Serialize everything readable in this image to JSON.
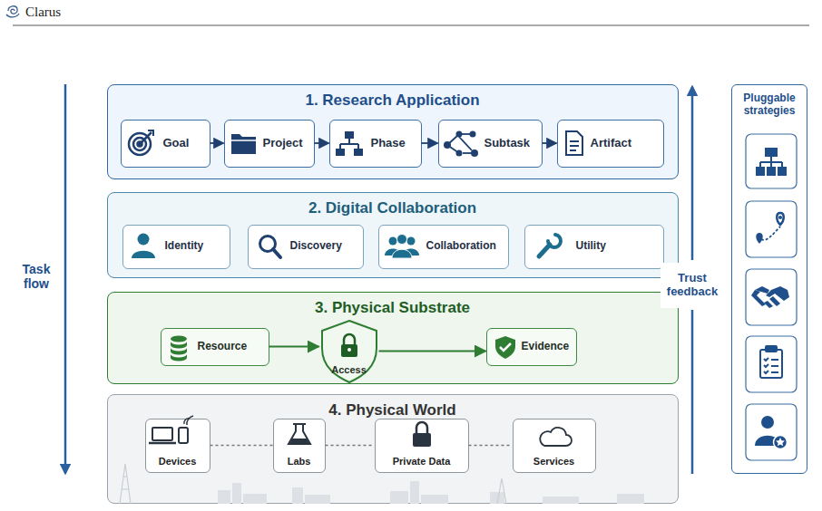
{
  "diagram": {
    "nodes": [
      {
        "text": [
          "1. Research Application"
        ]
      },
      {
        "text": [
          "Goal"
        ],
        "in": 0
      },
      {
        "text": [
          "Project"
        ],
        "in": 0
      },
      {
        "text": [
          "Phase"
        ],
        "in": 0
      },
      {
        "text": [
          "Subtask"
        ],
        "in": 0
      },
      {
        "text": [
          "Artifact"
        ],
        "in": 0
      },
      {
        "text": [
          "2. Digital Collaboration"
        ]
      },
      {
        "text": [
          "Identity"
        ],
        "in": 6
      },
      {
        "text": [
          "Discovery"
        ],
        "in": 6
      },
      {
        "text": [
          "Collaboration"
        ],
        "in": 6
      },
      {
        "text": [
          "Utility"
        ],
        "in": 6
      },
      {
        "text": [
          "3. Physical Substrate"
        ]
      },
      {
        "text": [
          "Resource"
        ],
        "in": 11
      },
      {
        "text": [
          "Access"
        ],
        "in": 11
      },
      {
        "text": [
          "Evidence"
        ],
        "in": 11
      },
      {
        "text": [
          "4. Physical World"
        ]
      },
      {
        "text": [
          "Devices"
        ],
        "in": 15
      },
      {
        "text": [
          "Labs"
        ],
        "in": 15
      },
      {
        "text": [
          "Private Data"
        ],
        "in": 15
      },
      {
        "text": [
          "Services"
        ],
        "in": 15
      },
      {
        "text": [
          "Pluggable strategies"
        ]
      }
    ],
    "edges": [
      {
        "from": 1,
        "to": 2,
        "arrow": "to"
      },
      {
        "from": 2,
        "to": 3,
        "arrow": "to"
      },
      {
        "from": 3,
        "to": 4,
        "arrow": "to"
      },
      {
        "from": 4,
        "to": 5,
        "arrow": "to"
      },
      {
        "from": 12,
        "to": 13,
        "arrow": "to"
      },
      {
        "from": 13,
        "to": 14,
        "arrow": "to"
      },
      {
        "from": 16,
        "to": 17,
        "arrow": "none"
      },
      {
        "from": 17,
        "to": 18,
        "arrow": "none"
      },
      {
        "from": 18,
        "to": 19,
        "arrow": "none"
      }
    ],
    "labels": [
      "Clarus",
      "Task flow",
      "Trust feedback"
    ]
  }
}
